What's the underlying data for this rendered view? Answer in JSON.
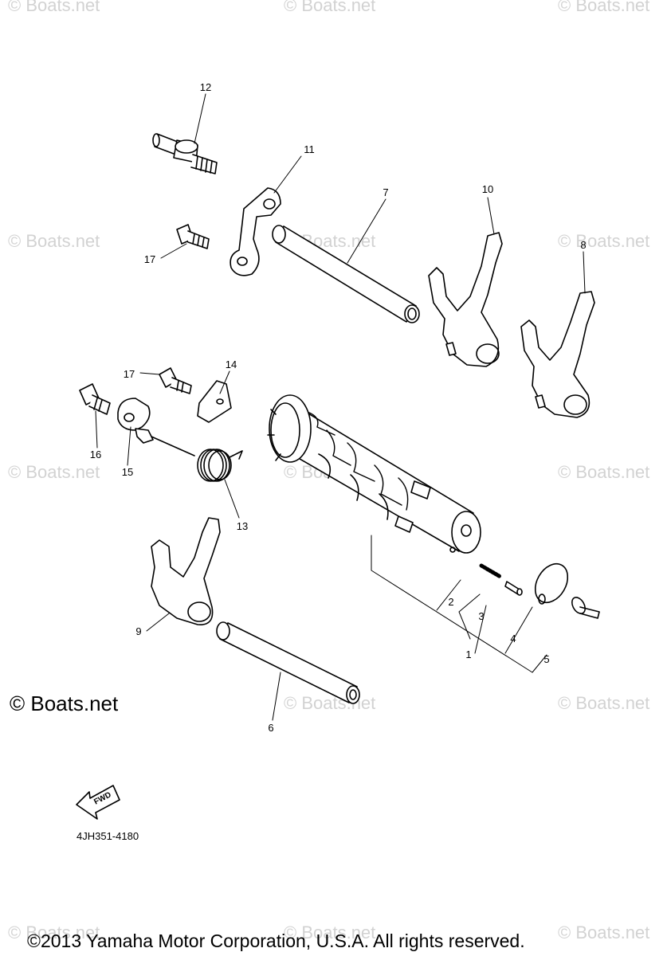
{
  "watermark": "© Boats.net",
  "brand": "© Boats.net",
  "diagram_code": "4JH351-4180",
  "fwd_label": "FWD",
  "copyright": "©2013 Yamaha Motor Corporation, U.S.A. All rights reserved.",
  "callouts": [
    "1",
    "2",
    "3",
    "4",
    "5",
    "6",
    "7",
    "8",
    "9",
    "10",
    "11",
    "12",
    "13",
    "14",
    "15",
    "16",
    "17",
    "17"
  ]
}
